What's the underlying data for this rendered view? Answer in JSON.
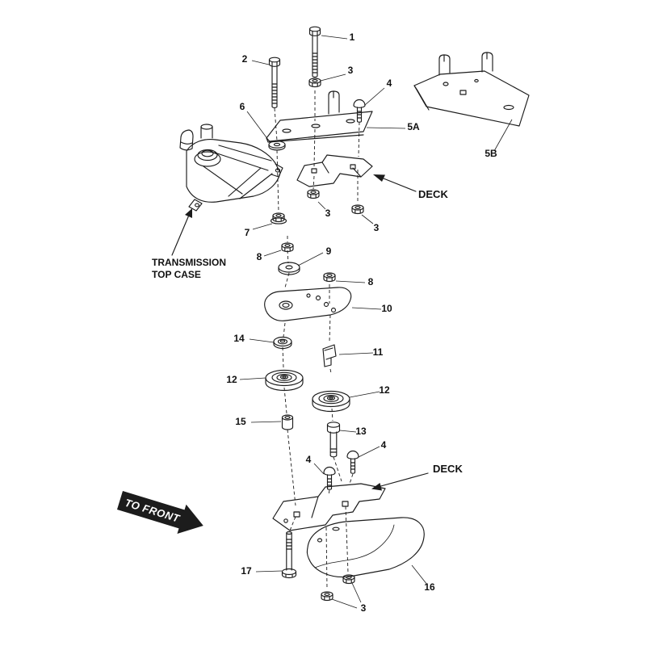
{
  "figure": {
    "type": "exploded-parts-diagram",
    "background_color": "#ffffff",
    "line_color": "#1c1c1c",
    "labels": {
      "transmission_line1": "TRANSMISSION",
      "transmission_line2": "TOP CASE",
      "deck_upper": "DECK",
      "deck_lower": "DECK",
      "to_front": "TO FRONT"
    },
    "callouts": [
      {
        "text": "1",
        "part": "hex-bolt-long"
      },
      {
        "text": "2",
        "part": "hex-bolt"
      },
      {
        "text": "3",
        "part": "hex-nut"
      },
      {
        "text": "4",
        "part": "dome-screw"
      },
      {
        "text": "5A",
        "part": "bracket-plate"
      },
      {
        "text": "5B",
        "part": "bracket-plate"
      },
      {
        "text": "6",
        "part": "washer"
      },
      {
        "text": "3",
        "part": "hex-nut"
      },
      {
        "text": "3",
        "part": "hex-nut"
      },
      {
        "text": "7",
        "part": "flange-nut"
      },
      {
        "text": "8",
        "part": "hex-nut"
      },
      {
        "text": "9",
        "part": "flat-washer"
      },
      {
        "text": "8",
        "part": "hex-nut"
      },
      {
        "text": "10",
        "part": "idler-plate"
      },
      {
        "text": "14",
        "part": "washer"
      },
      {
        "text": "11",
        "part": "belt-guide-clip"
      },
      {
        "text": "12",
        "part": "idler-pulley"
      },
      {
        "text": "12",
        "part": "idler-pulley"
      },
      {
        "text": "15",
        "part": "spacer"
      },
      {
        "text": "13",
        "part": "shoulder-bolt"
      },
      {
        "text": "4",
        "part": "dome-screw"
      },
      {
        "text": "4",
        "part": "dome-screw"
      },
      {
        "text": "17",
        "part": "flange-bolt"
      },
      {
        "text": "16",
        "part": "belt-cover"
      },
      {
        "text": "3",
        "part": "hex-nut"
      }
    ]
  }
}
